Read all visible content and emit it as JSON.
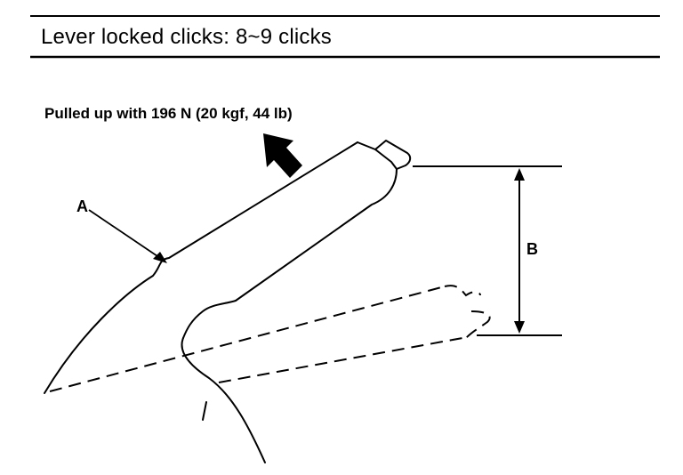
{
  "header": {
    "title": "Lever locked clicks: 8~9 clicks"
  },
  "diagram": {
    "force_label": "Pulled up with 196 N (20 kgf, 44 lb)",
    "callout_a": "A",
    "callout_b": "B",
    "icons": {
      "force_arrow": "thick-arrow-up-left-icon",
      "dimension_arrow": "double-headed-vertical-arrow-icon"
    },
    "colors": {
      "ink": "#000000",
      "background": "#ffffff"
    }
  }
}
